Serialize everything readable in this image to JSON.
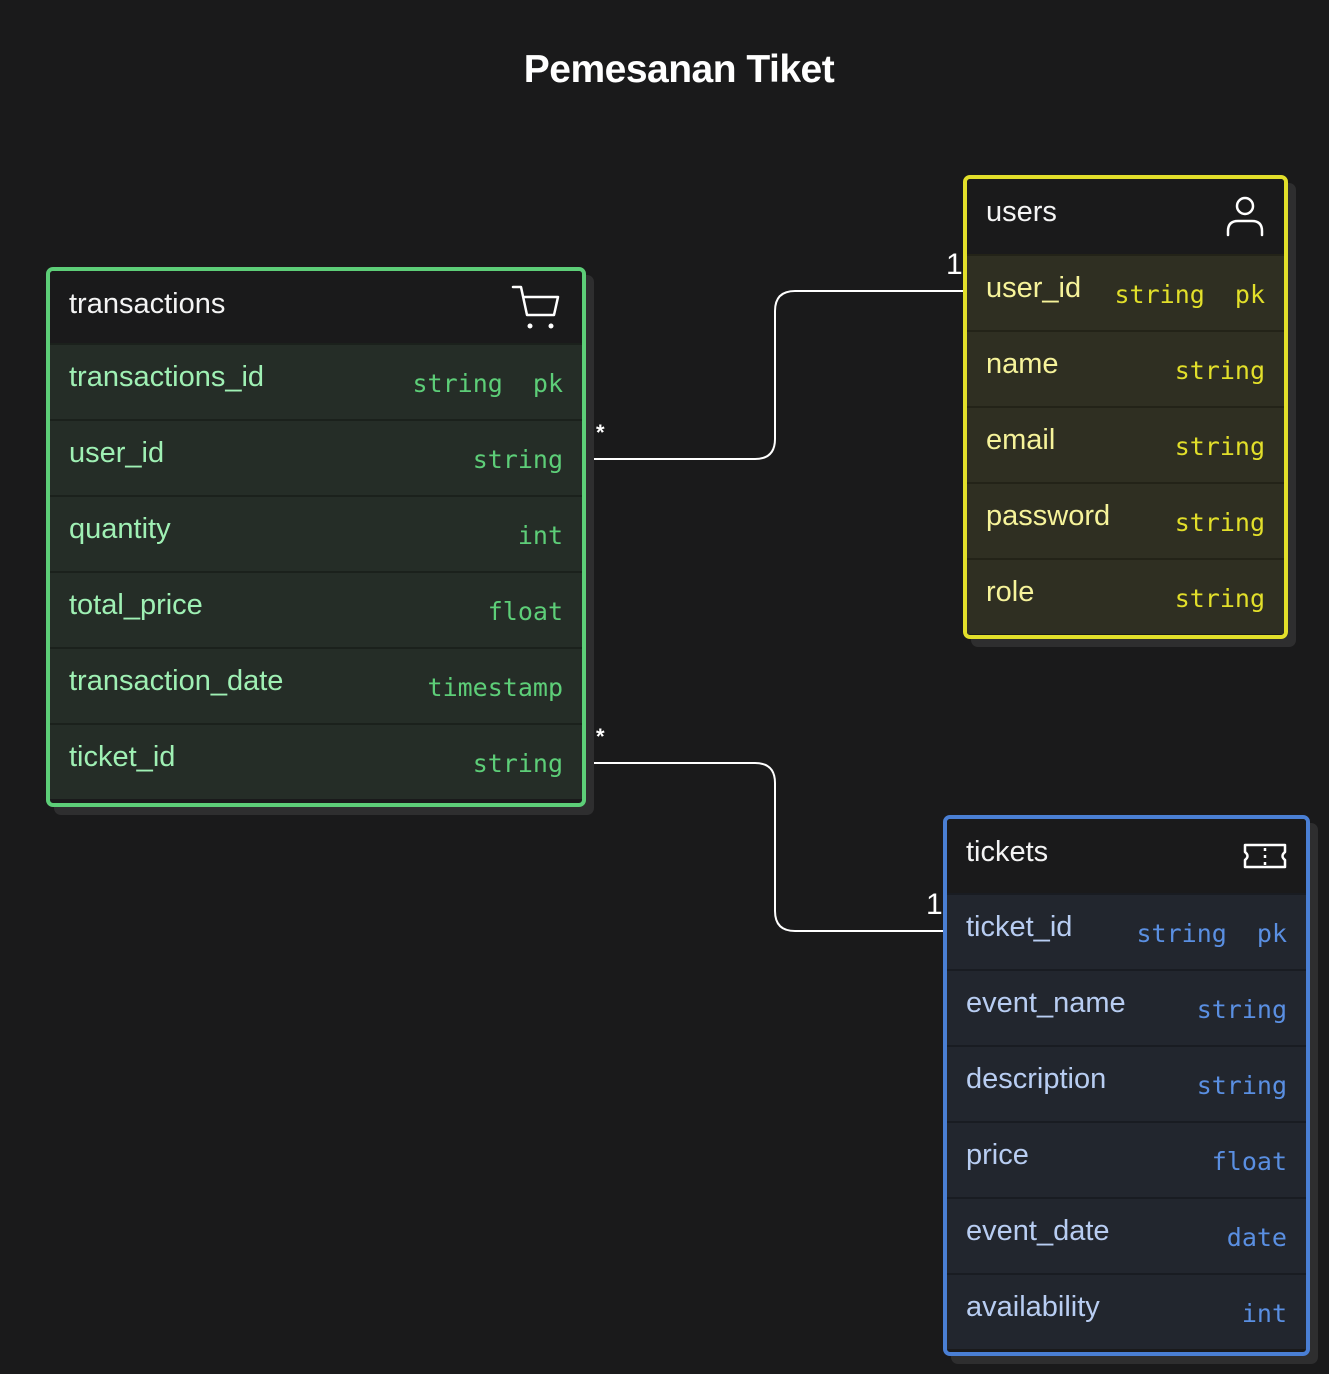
{
  "title": "Pemesanan Tiket",
  "colors": {
    "background": "#1a1a1b",
    "transactions_accent": "#5dce78",
    "users_accent": "#e2df2a",
    "tickets_accent": "#4a7fd4",
    "edge": "#ffffff"
  },
  "entities": {
    "transactions": {
      "name": "transactions",
      "icon": "cart-icon",
      "fields": [
        {
          "name": "transactions_id",
          "type": "string  pk"
        },
        {
          "name": "user_id",
          "type": "string"
        },
        {
          "name": "quantity",
          "type": "int"
        },
        {
          "name": "total_price",
          "type": "float"
        },
        {
          "name": "transaction_date",
          "type": "timestamp"
        },
        {
          "name": "ticket_id",
          "type": "string"
        }
      ]
    },
    "users": {
      "name": "users",
      "icon": "user-icon",
      "fields": [
        {
          "name": "user_id",
          "type": "string  pk"
        },
        {
          "name": "name",
          "type": "string"
        },
        {
          "name": "email",
          "type": "string"
        },
        {
          "name": "password",
          "type": "string"
        },
        {
          "name": "role",
          "type": "string"
        }
      ]
    },
    "tickets": {
      "name": "tickets",
      "icon": "ticket-icon",
      "fields": [
        {
          "name": "ticket_id",
          "type": "string  pk"
        },
        {
          "name": "event_name",
          "type": "string"
        },
        {
          "name": "description",
          "type": "string"
        },
        {
          "name": "price",
          "type": "float"
        },
        {
          "name": "event_date",
          "type": "date"
        },
        {
          "name": "availability",
          "type": "int"
        }
      ]
    }
  },
  "relations": [
    {
      "from": "transactions.user_id",
      "to": "users.user_id",
      "from_card": "*",
      "to_card": "1"
    },
    {
      "from": "transactions.ticket_id",
      "to": "tickets.ticket_id",
      "from_card": "*",
      "to_card": "1"
    }
  ]
}
